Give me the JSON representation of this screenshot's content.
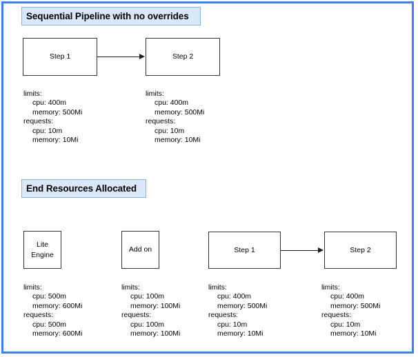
{
  "diagram": {
    "frame_color": "#3d7ff0",
    "badge_fill": "#dae8fc",
    "badge_border": "#8ab1e0",
    "node_border": "#333333",
    "sections": [
      {
        "id": "pipeline",
        "title": "Sequential Pipeline with no overrides",
        "nodes": [
          {
            "id": "s1a",
            "label_line1": "Step 1",
            "label_line2": ""
          },
          {
            "id": "s2a",
            "label_line1": "Step 2",
            "label_line2": ""
          }
        ],
        "specs": [
          {
            "id": "a1",
            "limits_key": "limits:",
            "limits_cpu": "cpu: 400m",
            "limits_memory": "memory: 500Mi",
            "requests_key": "requests:",
            "requests_cpu": "cpu: 10m",
            "requests_memory": "memory: 10Mi"
          },
          {
            "id": "a2",
            "limits_key": "limits:",
            "limits_cpu": "cpu: 400m",
            "limits_memory": "memory: 500Mi",
            "requests_key": "requests:",
            "requests_cpu": "cpu: 10m",
            "requests_memory": "memory: 10Mi"
          }
        ]
      },
      {
        "id": "end-resources",
        "title": "End Resources Allocated",
        "nodes": [
          {
            "id": "lite",
            "label_line1": "Lite",
            "label_line2": "Engine"
          },
          {
            "id": "addon",
            "label_line1": "Add on",
            "label_line2": ""
          },
          {
            "id": "s1b",
            "label_line1": "Step 1",
            "label_line2": ""
          },
          {
            "id": "s2b",
            "label_line1": "Step 2",
            "label_line2": ""
          }
        ],
        "specs": [
          {
            "id": "b1",
            "limits_key": "limits:",
            "limits_cpu": "cpu: 500m",
            "limits_memory": "memory: 600Mi",
            "requests_key": "requests:",
            "requests_cpu": "cpu: 500m",
            "requests_memory": "memory: 600Mi"
          },
          {
            "id": "b2",
            "limits_key": "limits:",
            "limits_cpu": "cpu: 100m",
            "limits_memory": "memory: 100Mi",
            "requests_key": "requests:",
            "requests_cpu": "cpu: 100m",
            "requests_memory": "memory: 100Mi"
          },
          {
            "id": "b3",
            "limits_key": "limits:",
            "limits_cpu": "cpu: 400m",
            "limits_memory": "memory: 500Mi",
            "requests_key": "requests:",
            "requests_cpu": "cpu: 10m",
            "requests_memory": "memory: 10Mi"
          },
          {
            "id": "b4",
            "limits_key": "limits:",
            "limits_cpu": "cpu: 400m",
            "limits_memory": "memory: 500Mi",
            "requests_key": "requests:",
            "requests_cpu": "cpu: 10m",
            "requests_memory": "memory: 10Mi"
          }
        ]
      }
    ]
  }
}
